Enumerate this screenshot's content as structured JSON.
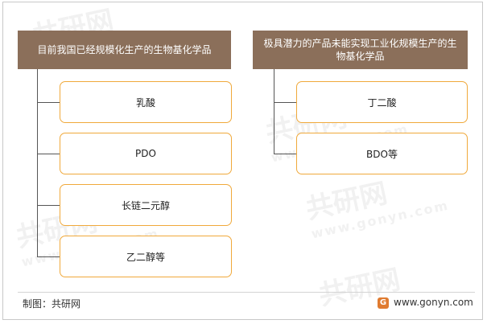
{
  "left": {
    "header": "目前我国已经规模化生产的生物基化学品",
    "items": [
      "乳酸",
      "PDO",
      "长链二元醇",
      "乙二醇等"
    ]
  },
  "right": {
    "header": "极具潜力的产品未能实现工业化规模生产的生物基化学品",
    "items": [
      "丁二酸",
      "BDO等"
    ]
  },
  "footer": {
    "source": "制图：共研网",
    "website": "www.gonyn.com",
    "logo_letter": "G"
  },
  "watermark": {
    "brand": "共研网",
    "url": "www.gonyn.com"
  },
  "colors": {
    "header_bg": "#8b6f5a",
    "item_border": "#f0a93b",
    "connector": "#555555"
  }
}
